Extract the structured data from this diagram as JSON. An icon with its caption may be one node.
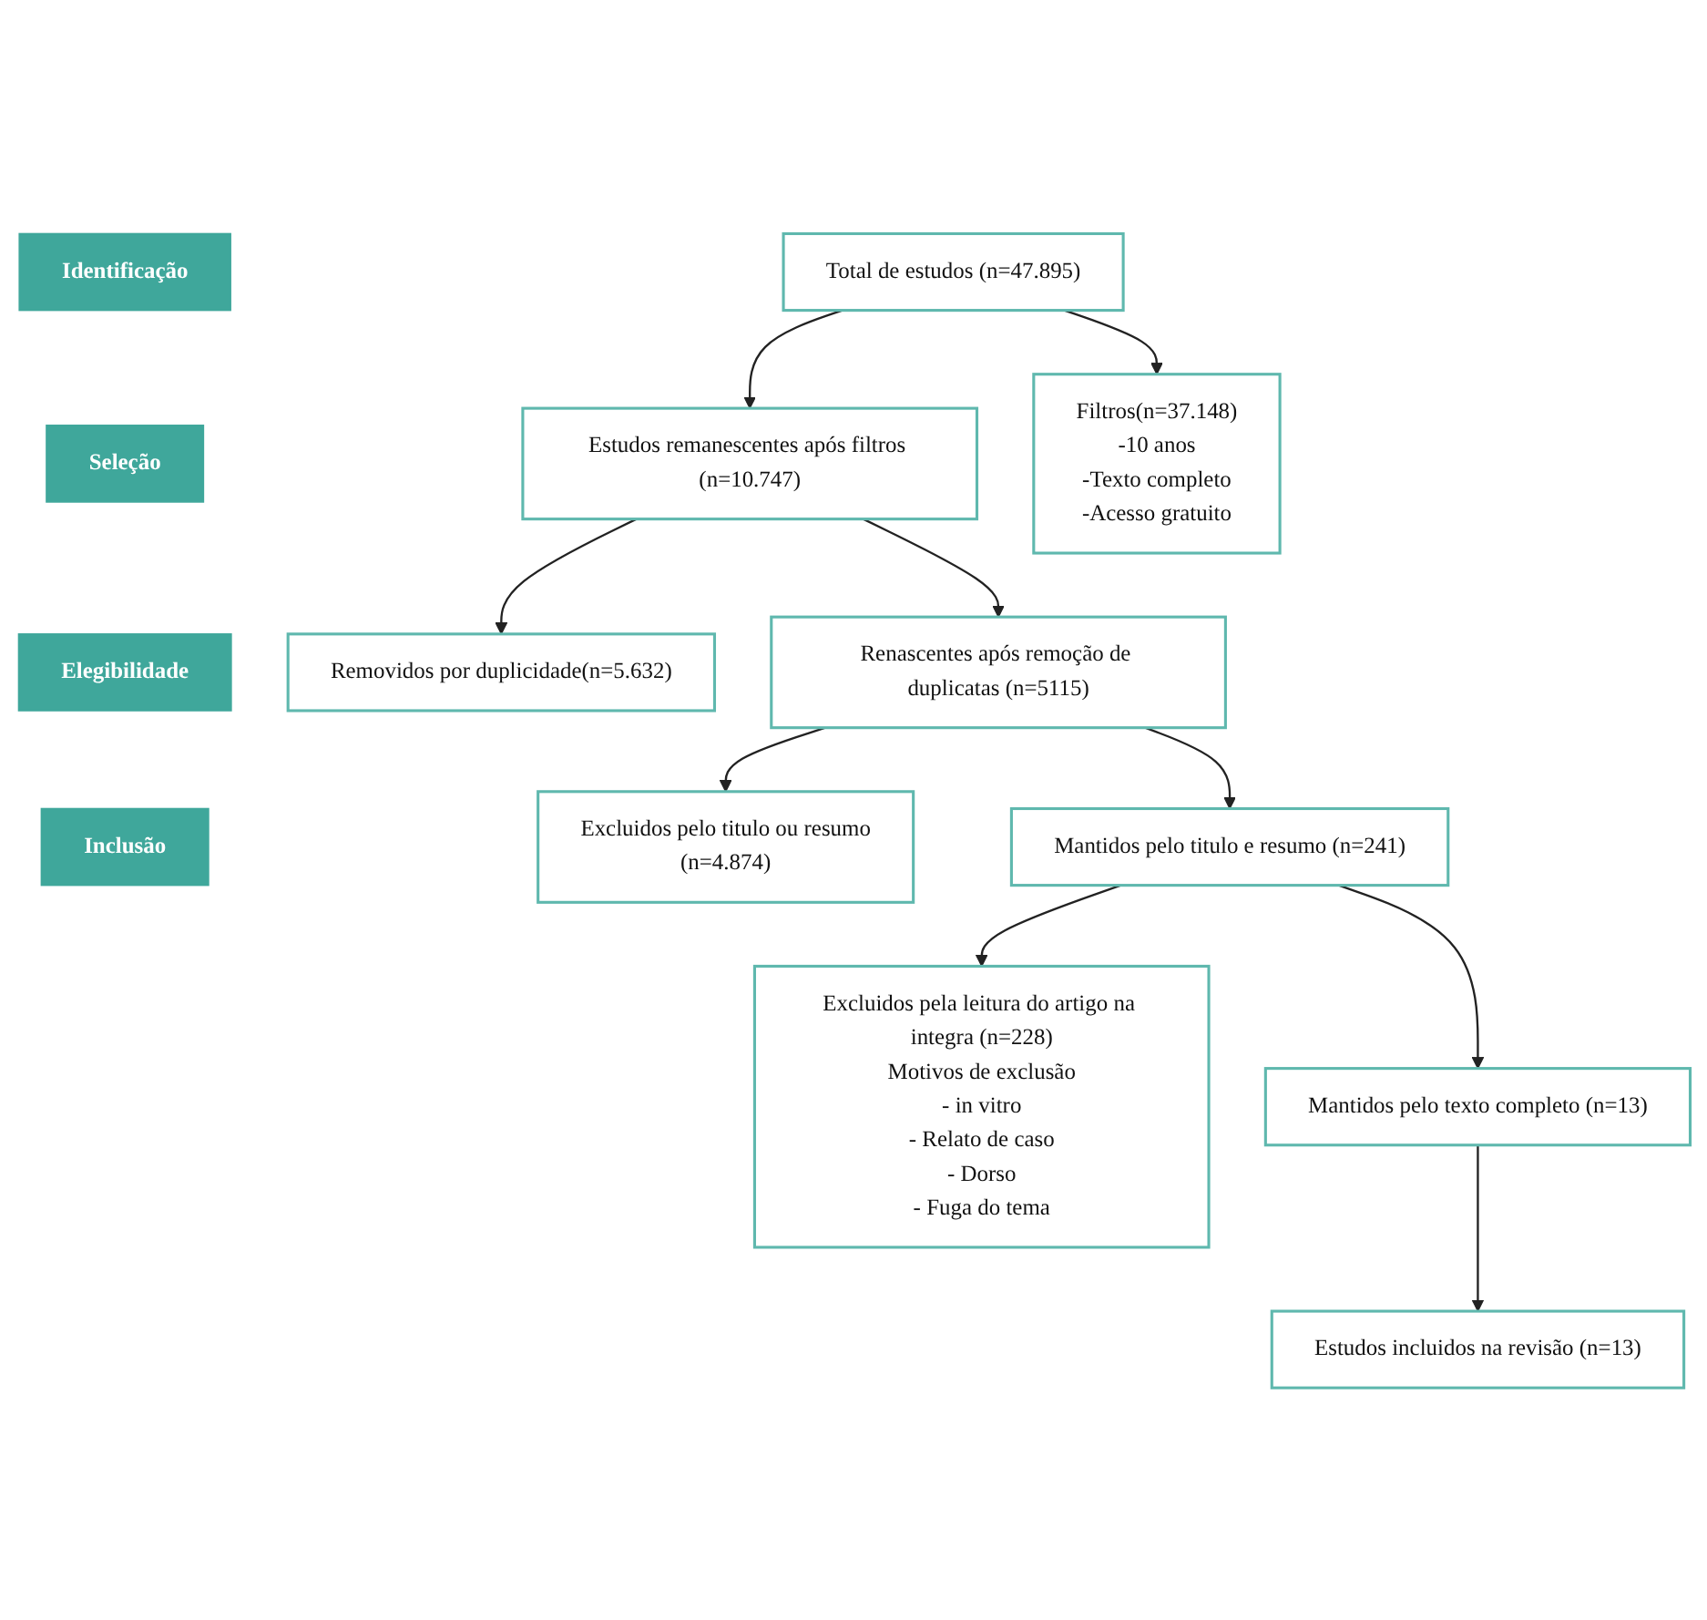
{
  "diagram": {
    "nodes": [
      {
        "text": [
          "Identificação"
        ]
      },
      {
        "text": [
          "Seleção"
        ]
      },
      {
        "text": [
          "Elegibilidade"
        ]
      },
      {
        "text": [
          "Inclusão"
        ]
      },
      {
        "text": [
          "Total de estudos (n=47.895)"
        ]
      },
      {
        "text": [
          "Estudos remanescentes após filtros (n=10.747)"
        ]
      },
      {
        "text": [
          "Filtros(n=37.148)",
          "-10 anos",
          "-Texto completo",
          "-Acesso gratuito"
        ]
      },
      {
        "text": [
          "Removidos por duplicidade(n=5.632)"
        ]
      },
      {
        "text": [
          "Renascentes após remoção de duplicatas (n=5115)"
        ]
      },
      {
        "text": [
          "Excluidos pelo titulo ou resumo",
          "(n=4.874)"
        ]
      },
      {
        "text": [
          "Mantidos pelo titulo e resumo (n=241)"
        ]
      },
      {
        "text": [
          "Excluidos pela leitura do artigo na integra (n=228)",
          "Motivos de exclusão",
          "- in vitro",
          "- Relato de caso",
          "- Dorso",
          "- Fuga do tema"
        ]
      },
      {
        "text": [
          "Mantidos pelo texto completo (n=13)"
        ]
      },
      {
        "text": [
          "Estudos incluidos na revisão (n=13)"
        ]
      }
    ],
    "edges": [
      {
        "from": 4,
        "to": 5,
        "arrow": "to"
      },
      {
        "from": 4,
        "to": 6,
        "arrow": "to"
      },
      {
        "from": 5,
        "to": 8,
        "arrow": "to"
      },
      {
        "from": 5,
        "to": 7,
        "arrow": "to"
      },
      {
        "from": 8,
        "to": 10,
        "arrow": "to"
      },
      {
        "from": 8,
        "to": 9,
        "arrow": "to"
      },
      {
        "from": 10,
        "to": 12,
        "arrow": "to"
      },
      {
        "from": 10,
        "to": 11,
        "arrow": "to"
      },
      {
        "from": 12,
        "to": 13,
        "arrow": "to"
      }
    ]
  }
}
